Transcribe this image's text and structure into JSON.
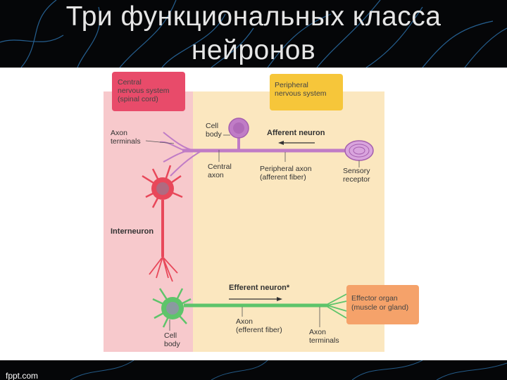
{
  "slide": {
    "title_line1": "Три функциональных класса",
    "title_line2": "нейронов",
    "watermark": "fppt.com"
  },
  "diagram": {
    "central_box": [
      "Central",
      "nervous system",
      "(spinal cord)"
    ],
    "peripheral_box": [
      "Peripheral",
      "nervous system"
    ],
    "axon_terminals_top": [
      "Axon",
      "terminals"
    ],
    "cell_body_top": [
      "Cell",
      "body"
    ],
    "afferent_neuron": "Afferent neuron",
    "central_axon": [
      "Central",
      "axon"
    ],
    "peripheral_axon": [
      "Peripheral axon",
      "(afferent fiber)"
    ],
    "sensory_receptor": [
      "Sensory",
      "receptor"
    ],
    "interneuron": "Interneuron",
    "efferent_neuron": "Efferent neuron*",
    "effector_box": [
      "Effector organ",
      "(muscle or gland)"
    ],
    "axon_efferent": [
      "Axon",
      "(efferent fiber)"
    ],
    "axon_terminals_bottom": [
      "Axon",
      "terminals"
    ],
    "cell_body_bottom": [
      "Cell",
      "body"
    ]
  },
  "colors": {
    "cns_region": "#f7c9cc",
    "pns_region": "#fbe7bf",
    "afferent": "#c07cc6",
    "interneuron": "#e8485a",
    "efferent": "#5ec46a",
    "central_box": "#e84b6a",
    "peripheral_box": "#f6c63a",
    "effector_box": "#f5a26a"
  }
}
